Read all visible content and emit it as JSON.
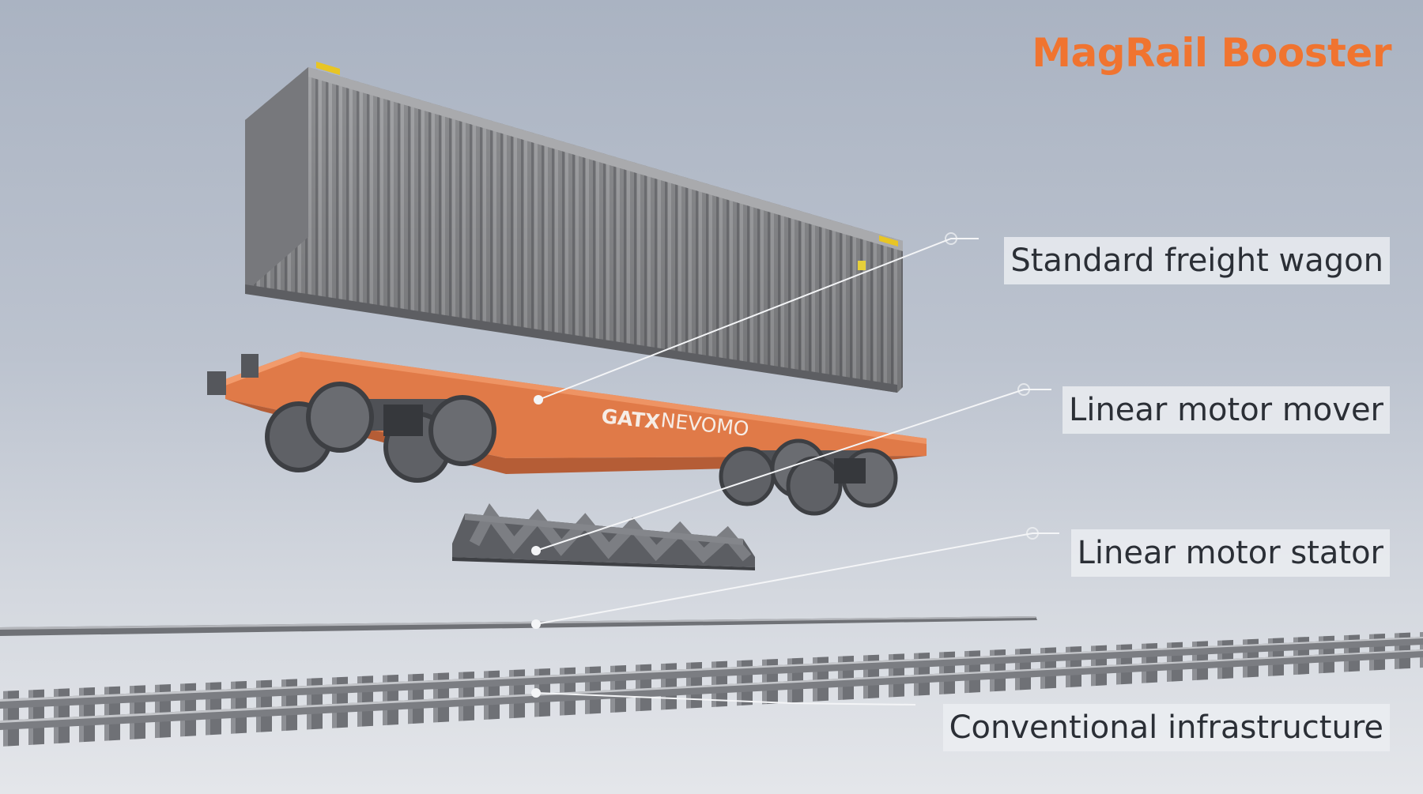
{
  "title": "MagRail Booster",
  "labels": {
    "wagon": "Standard freight wagon",
    "mover": "Linear motor mover",
    "stator": "Linear motor stator",
    "infrastructure": "Conventional infrastructure"
  },
  "wagon_branding": {
    "brand_1": "GATX",
    "brand_2": "NEVOMO"
  },
  "colors": {
    "title": "#f07430",
    "label_text": "#2b2f36",
    "wagon": "#e07a48",
    "container": "#8b8c8f",
    "leader_line": "#f4f5f7"
  }
}
